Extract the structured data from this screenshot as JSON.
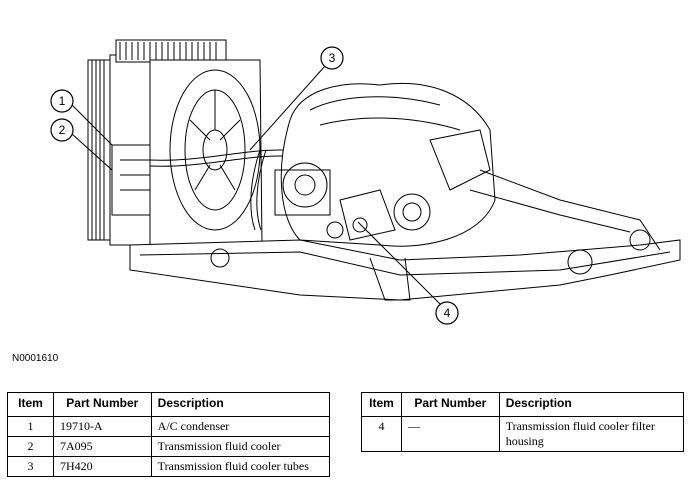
{
  "figure": {
    "code": "N0001610",
    "callouts": [
      "1",
      "2",
      "3",
      "4"
    ]
  },
  "table_left": {
    "headers": [
      "Item",
      "Part Number",
      "Description"
    ],
    "rows": [
      {
        "item": "1",
        "part": "19710-A",
        "desc": "A/C condenser"
      },
      {
        "item": "2",
        "part": "7A095",
        "desc": "Transmission fluid cooler"
      },
      {
        "item": "3",
        "part": "7H420",
        "desc": "Transmission fluid cooler tubes"
      }
    ]
  },
  "table_right": {
    "headers": [
      "Item",
      "Part Number",
      "Description"
    ],
    "rows": [
      {
        "item": "4",
        "part": "—",
        "desc": "Transmission fluid cooler filter housing"
      }
    ]
  }
}
